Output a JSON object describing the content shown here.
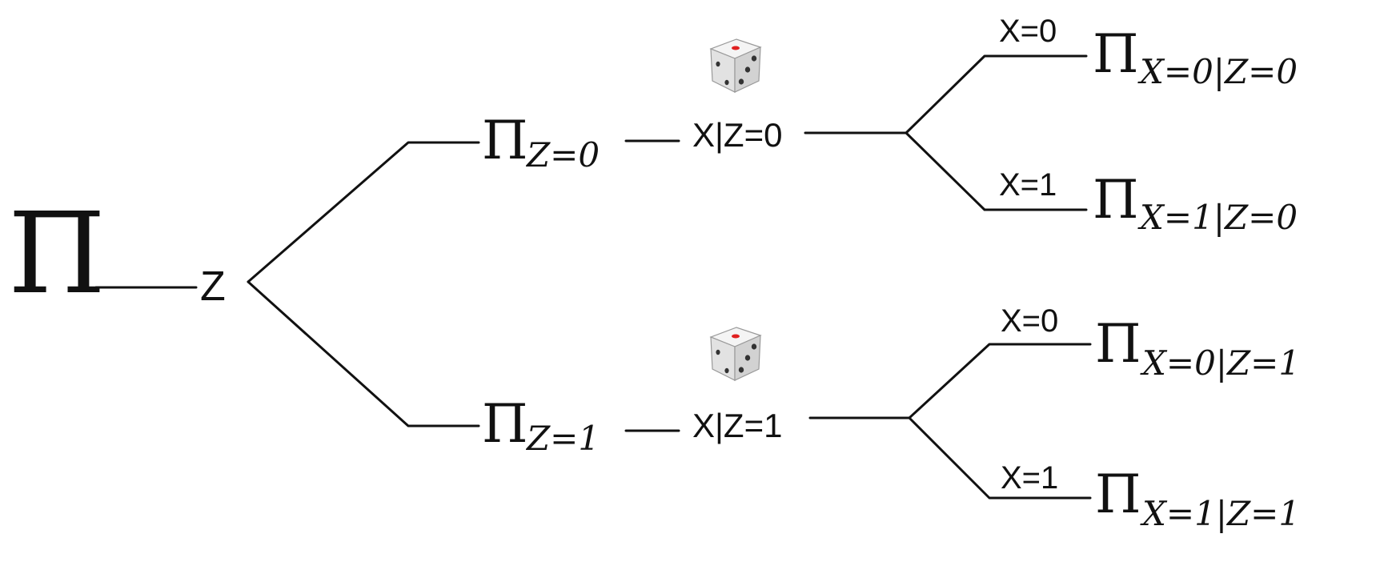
{
  "root": {
    "symbol": "Π"
  },
  "z_node": {
    "label": "Z"
  },
  "branches": [
    {
      "pi_symbol": "Π",
      "pi_subscript": "Z=0",
      "x_node_label": "X|Z=0",
      "die_icon": "die-icon",
      "leaves": [
        {
          "edge_label": "X=0",
          "pi_symbol": "Π",
          "pi_subscript": "X=0|Z=0"
        },
        {
          "edge_label": "X=1",
          "pi_symbol": "Π",
          "pi_subscript": "X=1|Z=0"
        }
      ]
    },
    {
      "pi_symbol": "Π",
      "pi_subscript": "Z=1",
      "x_node_label": "X|Z=1",
      "die_icon": "die-icon",
      "leaves": [
        {
          "edge_label": "X=0",
          "pi_symbol": "Π",
          "pi_subscript": "X=0|Z=1"
        },
        {
          "edge_label": "X=1",
          "pi_symbol": "Π",
          "pi_subscript": "X=1|Z=1"
        }
      ]
    }
  ],
  "colors": {
    "line": "#111111",
    "die_face": "#e8e8e8",
    "die_pip": "#333333",
    "die_red_pip": "#e02020"
  }
}
